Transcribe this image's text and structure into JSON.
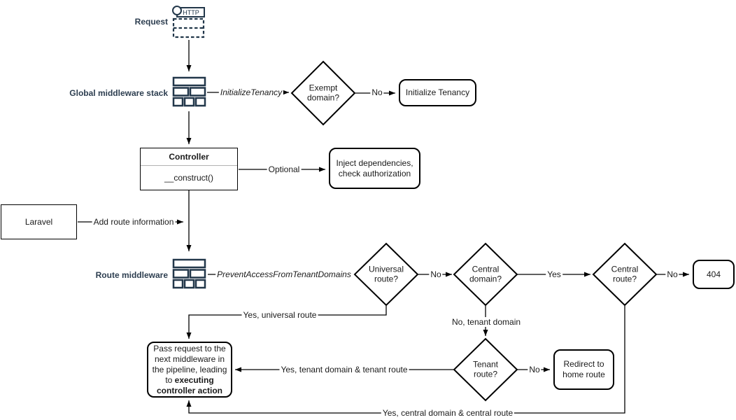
{
  "colors": {
    "navy_label": "#2d3e50",
    "icon_navy": "#22374a",
    "line": "#000000"
  },
  "request": {
    "label": "Request",
    "http_label": "HTTP"
  },
  "stacks": {
    "global_label": "Global middleware stack",
    "route_label": "Route middleware"
  },
  "laravel": {
    "label": "Laravel"
  },
  "controller": {
    "title": "Controller",
    "method": "__construct()"
  },
  "decisions": {
    "exempt_domain": "Exempt domain?",
    "universal_route": "Universal route?",
    "central_domain": "Central domain?",
    "central_route": "Central route?",
    "tenant_route": "Tenant route?"
  },
  "boxes": {
    "initialize_tenancy": "Initialize Tenancy",
    "inject_dependencies": "Inject dependencies, check authorization",
    "not_found": "404",
    "redirect_home": "Redirect to home route",
    "pass_request": {
      "regular": "Pass request to the next middleware in the pipeline, leading to ",
      "bold": "executing controller action"
    }
  },
  "edge_labels": {
    "initialize_tenancy_middleware": "InitializeTenancy",
    "exempt_no": "No",
    "optional": "Optional",
    "add_route_information": "Add route information",
    "prevent_access_middleware": "PreventAccessFromTenantDomains",
    "universal_no": "No",
    "central_domain_yes": "Yes",
    "central_route_no": "No",
    "yes_universal_route": "Yes, universal route",
    "no_tenant_domain": "No, tenant domain",
    "yes_tenant_domain_route": "Yes, tenant domain & tenant route",
    "tenant_route_no": "No",
    "yes_central_domain_route": "Yes, central domain & central route"
  }
}
